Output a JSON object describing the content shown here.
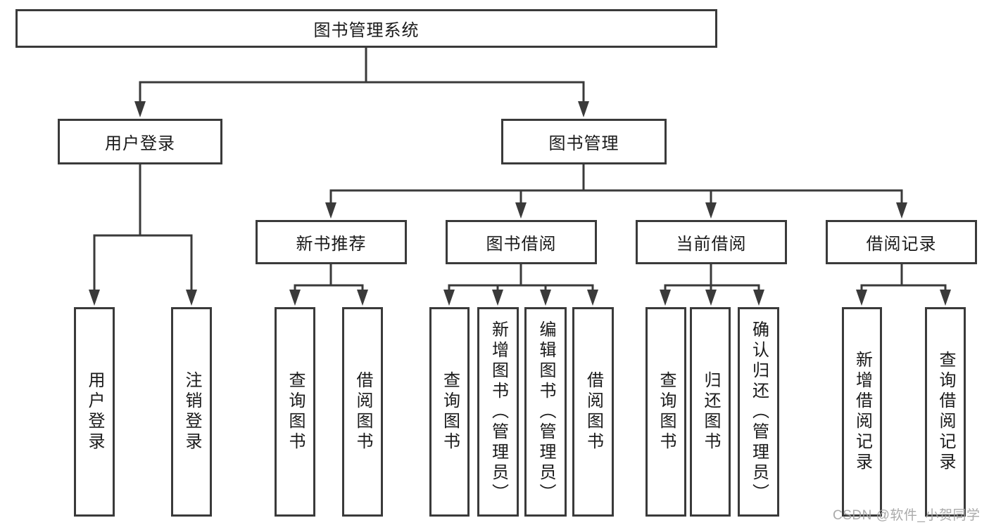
{
  "tree": {
    "root": {
      "label": "图书管理系统",
      "children": [
        {
          "label": "用户登录",
          "children": [
            {
              "label": "用户登录"
            },
            {
              "label": "注销登录"
            }
          ]
        },
        {
          "label": "图书管理",
          "children": [
            {
              "label": "新书推荐",
              "children": [
                {
                  "label": "查询图书"
                },
                {
                  "label": "借阅图书"
                }
              ]
            },
            {
              "label": "图书借阅",
              "children": [
                {
                  "label": "查询图书"
                },
                {
                  "label": "新增图书（管理员）"
                },
                {
                  "label": "编辑图书（管理员）"
                },
                {
                  "label": "借阅图书"
                }
              ]
            },
            {
              "label": "当前借阅",
              "children": [
                {
                  "label": "查询图书"
                },
                {
                  "label": "归还图书"
                },
                {
                  "label": "确认归还（管理员）"
                }
              ]
            },
            {
              "label": "借阅记录",
              "children": [
                {
                  "label": "新增借阅记录"
                },
                {
                  "label": "查询借阅记录"
                }
              ]
            }
          ]
        }
      ]
    }
  },
  "watermark": {
    "text": "CSDN @软件_小贺同学"
  },
  "colors": {
    "line": "#3a3a3a",
    "box_border": "#3a3a3a",
    "text": "#1a1a1a",
    "watermark_text": "#a3a3a3",
    "background": "#ffffff"
  }
}
